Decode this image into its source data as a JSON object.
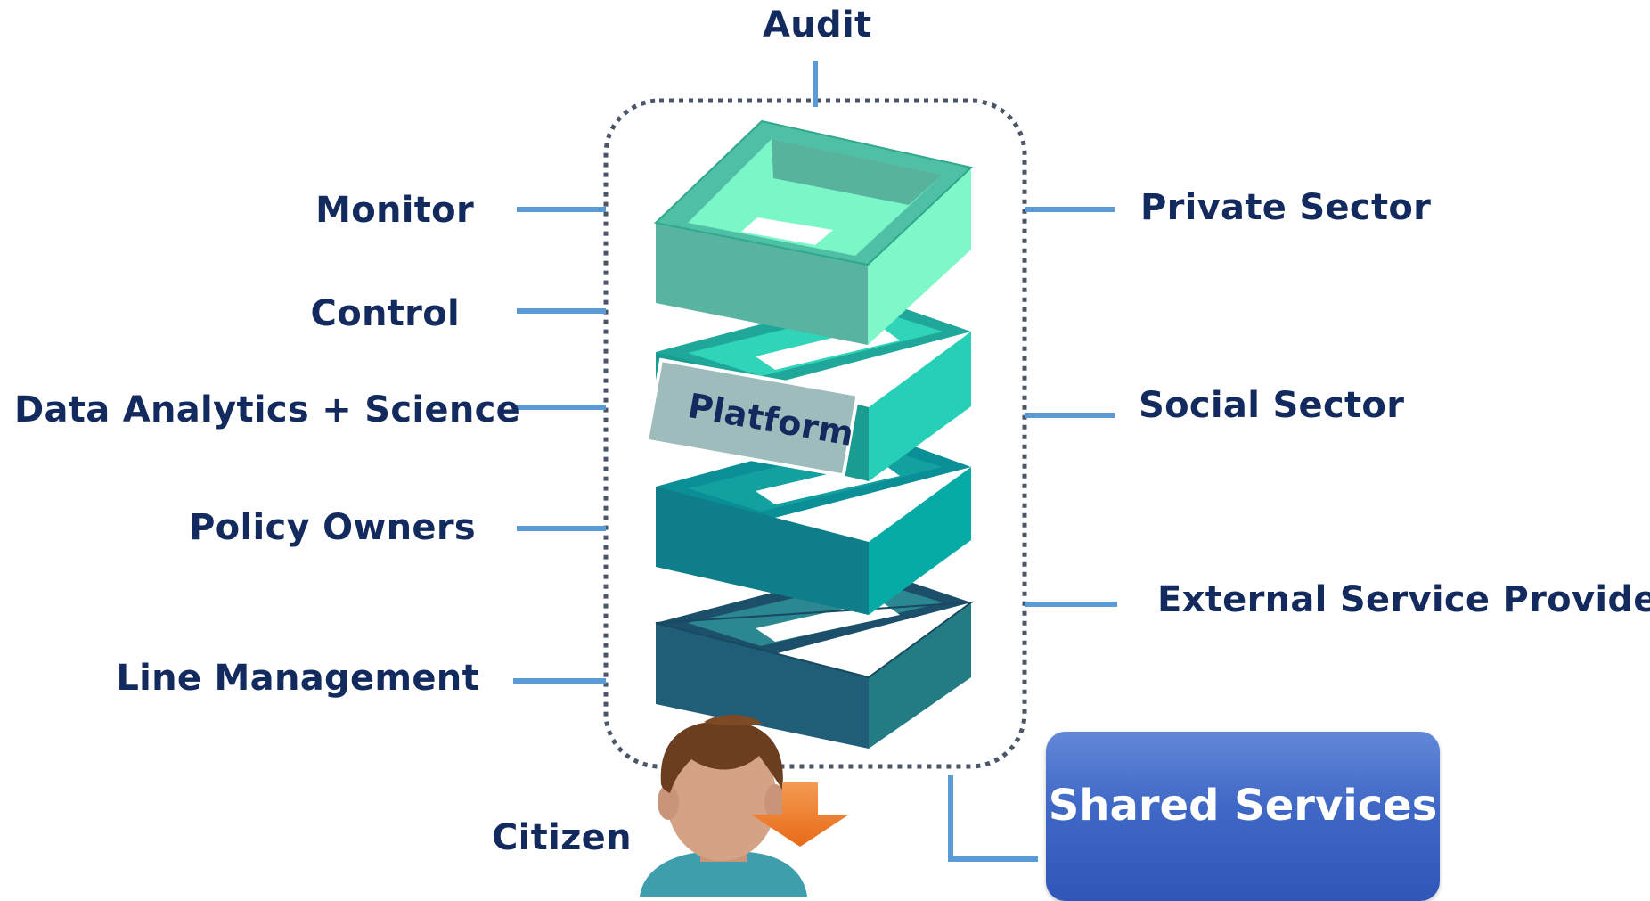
{
  "diagram": {
    "top_label": "Audit",
    "left_labels": [
      "Monitor",
      "Control",
      "Data Analytics + Science",
      "Policy Owners",
      "Line Management"
    ],
    "right_labels": [
      "Private Sector",
      "Social Sector",
      "External Service Providers"
    ],
    "platform_label": "Platform",
    "citizen_label": "Citizen",
    "shared_services_label": "Shared Services",
    "colors": {
      "text": "#132a5e",
      "connector": "#5b9bd5",
      "boundary": "#4a5568",
      "layer1": "#7ef7c9",
      "layer2": "#25d0b8",
      "layer3": "#0eaaa8",
      "layer4": "#1f5d78",
      "shared_services": "#3f68c6",
      "arrow": "#ee7f2d"
    },
    "icons": [
      "citizen-avatar-icon",
      "down-arrow-icon"
    ]
  }
}
